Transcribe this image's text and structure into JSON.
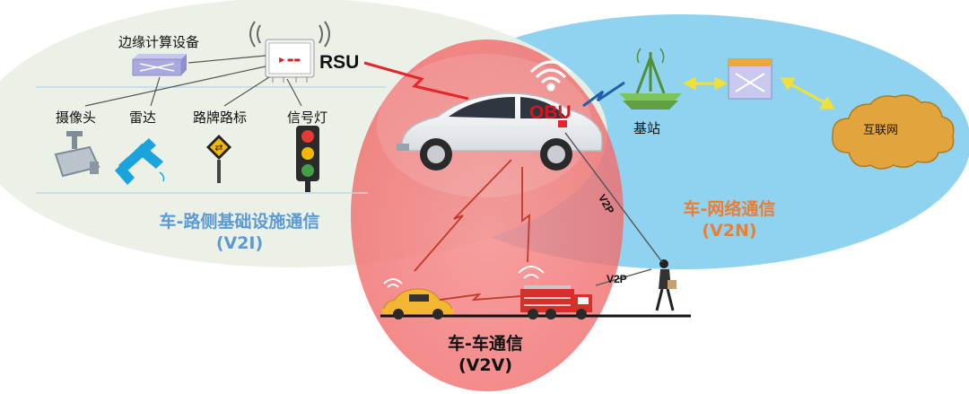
{
  "colors": {
    "v2i_zone": "#e9f0e4",
    "v2n_zone": "#8fd3f0",
    "v2v_zone": "#f47d7d",
    "v2i_label": "#5b9bd5",
    "v2n_label": "#ed7d31",
    "obu_label": "#e0141c",
    "link_red": "#e3262b",
    "link_blue": "#1f5fa8",
    "link_yellow": "#f2e03a",
    "tower_green": "#6ab04c",
    "cloud_orange": "#e2a43c"
  },
  "labels": {
    "edge_device": "边缘计算设备",
    "rsu": "RSU",
    "camera": "摄像头",
    "radar": "雷达",
    "road_sign": "路牌路标",
    "traffic_light": "信号灯",
    "obu": "OBU",
    "base_station": "基站",
    "internet": "互联网",
    "v2p_1": "V2P",
    "v2p_2": "V2P"
  },
  "zones": {
    "v2i": {
      "title": "车-路侧基础设施通信",
      "code": "(V2I)"
    },
    "v2n": {
      "title": "车-网络通信",
      "code": "(V2N)"
    },
    "v2v": {
      "title": "车-车通信",
      "code": "(V2V)"
    }
  },
  "icons": {
    "edge_device": "server-box-icon",
    "rsu": "rsu-device-icon",
    "camera": "cctv-camera-icon",
    "radar": "radar-satellite-icon",
    "road_sign": "road-sign-icon",
    "traffic_light": "traffic-light-icon",
    "car": "sedan-car-icon",
    "taxi": "taxi-car-icon",
    "fire_truck": "fire-truck-icon",
    "pedestrian": "pedestrian-icon",
    "base_station": "cell-tower-icon",
    "core_network": "network-switch-icon",
    "internet": "cloud-icon",
    "wifi": "wifi-signal-icon"
  }
}
